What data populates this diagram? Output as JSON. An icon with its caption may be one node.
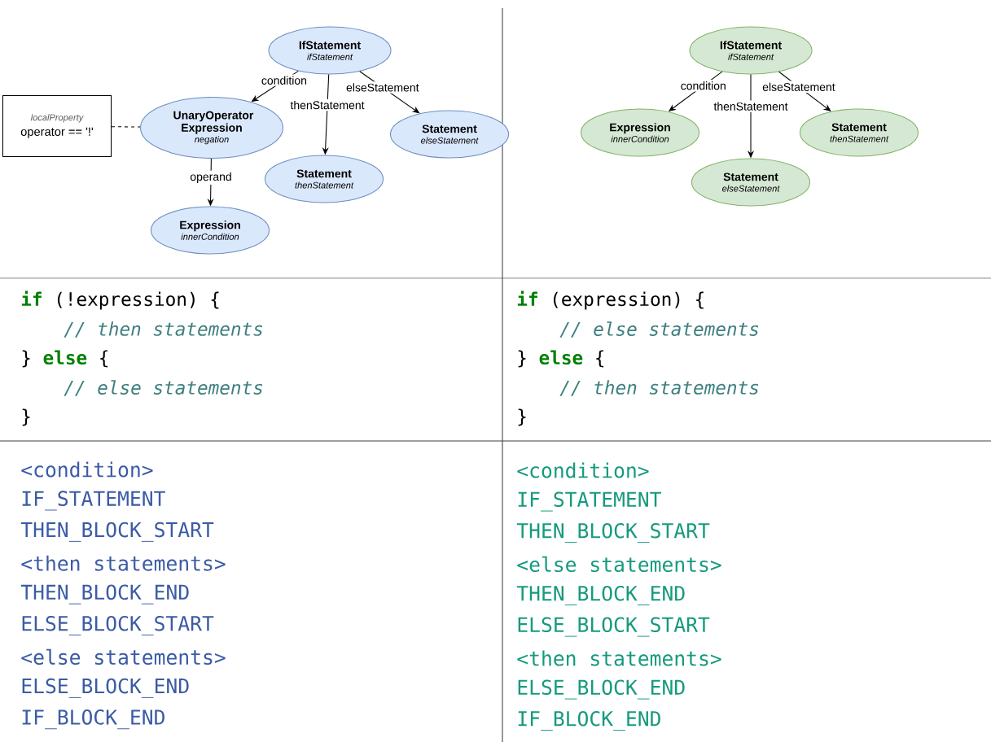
{
  "diagram": {
    "nodes": [
      {
        "text": [
          "localProperty",
          "operator == '!'"
        ]
      },
      {
        "text": [
          "IfStatement",
          "ifStatement"
        ]
      },
      {
        "text": [
          "UnaryOperator Expression",
          "negation"
        ]
      },
      {
        "text": [
          "Statement",
          "elseStatement"
        ]
      },
      {
        "text": [
          "Statement",
          "thenStatement"
        ]
      },
      {
        "text": [
          "Expression",
          "innerCondition"
        ]
      },
      {
        "text": [
          "IfStatement",
          "ifStatement"
        ]
      },
      {
        "text": [
          "Expression",
          "innerCondition"
        ]
      },
      {
        "text": [
          "Statement",
          "thenStatement"
        ]
      },
      {
        "text": [
          "Statement",
          "elseStatement"
        ]
      }
    ],
    "edges": [
      {
        "from": 1,
        "to": 2,
        "arrow": "to",
        "label": "condition"
      },
      {
        "from": 1,
        "to": 4,
        "arrow": "to",
        "label": "thenStatement"
      },
      {
        "from": 1,
        "to": 3,
        "arrow": "to",
        "label": "elseStatement"
      },
      {
        "from": 0,
        "to": 2,
        "arrow": "none",
        "style": "dashed"
      },
      {
        "from": 2,
        "to": 5,
        "arrow": "to",
        "label": "operand"
      },
      {
        "from": 6,
        "to": 7,
        "arrow": "to",
        "label": "condition"
      },
      {
        "from": 6,
        "to": 9,
        "arrow": "to",
        "label": "thenStatement"
      },
      {
        "from": 6,
        "to": 8,
        "arrow": "to",
        "label": "elseStatement"
      }
    ],
    "labels": [
      "**if** (!expression) {",
      "// then statements",
      "} **else** {",
      "// else statements",
      "}",
      "**if** (expression) {",
      "// else statements",
      "} **else** {",
      "// then statements",
      "}",
      "<condition>",
      "IF_STATEMENT",
      "THEN_BLOCK_START",
      "<then statements>",
      "THEN_BLOCK_END",
      "ELSE_BLOCK_START",
      "<else statements>",
      "ELSE_BLOCK_END",
      "IF_BLOCK_END",
      "<condition>",
      "IF_STATEMENT",
      "THEN_BLOCK_START",
      "<else statements>",
      "THEN_BLOCK_END",
      "ELSE_BLOCK_START",
      "<then statements>",
      "ELSE_BLOCK_END",
      "IF_BLOCK_END"
    ]
  }
}
